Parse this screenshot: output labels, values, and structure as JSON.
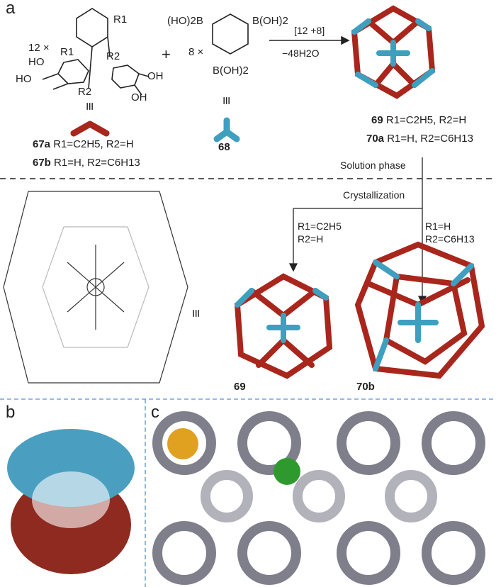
{
  "panels": {
    "a": "a",
    "b": "b",
    "c": "c"
  },
  "reactants": {
    "mult1": "12 ×",
    "plus": "+",
    "mult2": "8 ×",
    "boronic_tl": "(HO)2B",
    "boronic_tr": "B(OH)2",
    "boronic_b": "B(OH)2",
    "triptycene_labels": [
      "R1",
      "R1",
      "R2",
      "R2",
      "HO",
      "HO",
      "OH",
      "OH"
    ],
    "equiv": "≡",
    "c67a_id": "67a",
    "c67a_text": "R1=C2H5, R2=H",
    "c67b_id": "67b",
    "c67b_text": "R1=H, R2=C6H13",
    "c68_id": "68"
  },
  "reaction": {
    "above": "[12 +8]",
    "below": "−48H2O"
  },
  "products": {
    "p69_id": "69",
    "p69_text": "R1=C2H5, R2=H",
    "p70a_id": "70a",
    "p70a_text": "R1=H, R2=C6H13"
  },
  "flow": {
    "solution": "Solution phase",
    "crystallization": "Crystallization",
    "left_cond1": "R1=C2H5",
    "left_cond2": "R2=H",
    "right_cond1": "R1=H",
    "right_cond2": "R2=C6H13"
  },
  "crystal_labels": {
    "c69": "69",
    "c70b": "70b"
  },
  "colors": {
    "red": "#a8261c",
    "blue": "#3f9fbf",
    "divider": "#5b8fd6",
    "orange": "#e0a020",
    "green": "#2e9a2e"
  }
}
